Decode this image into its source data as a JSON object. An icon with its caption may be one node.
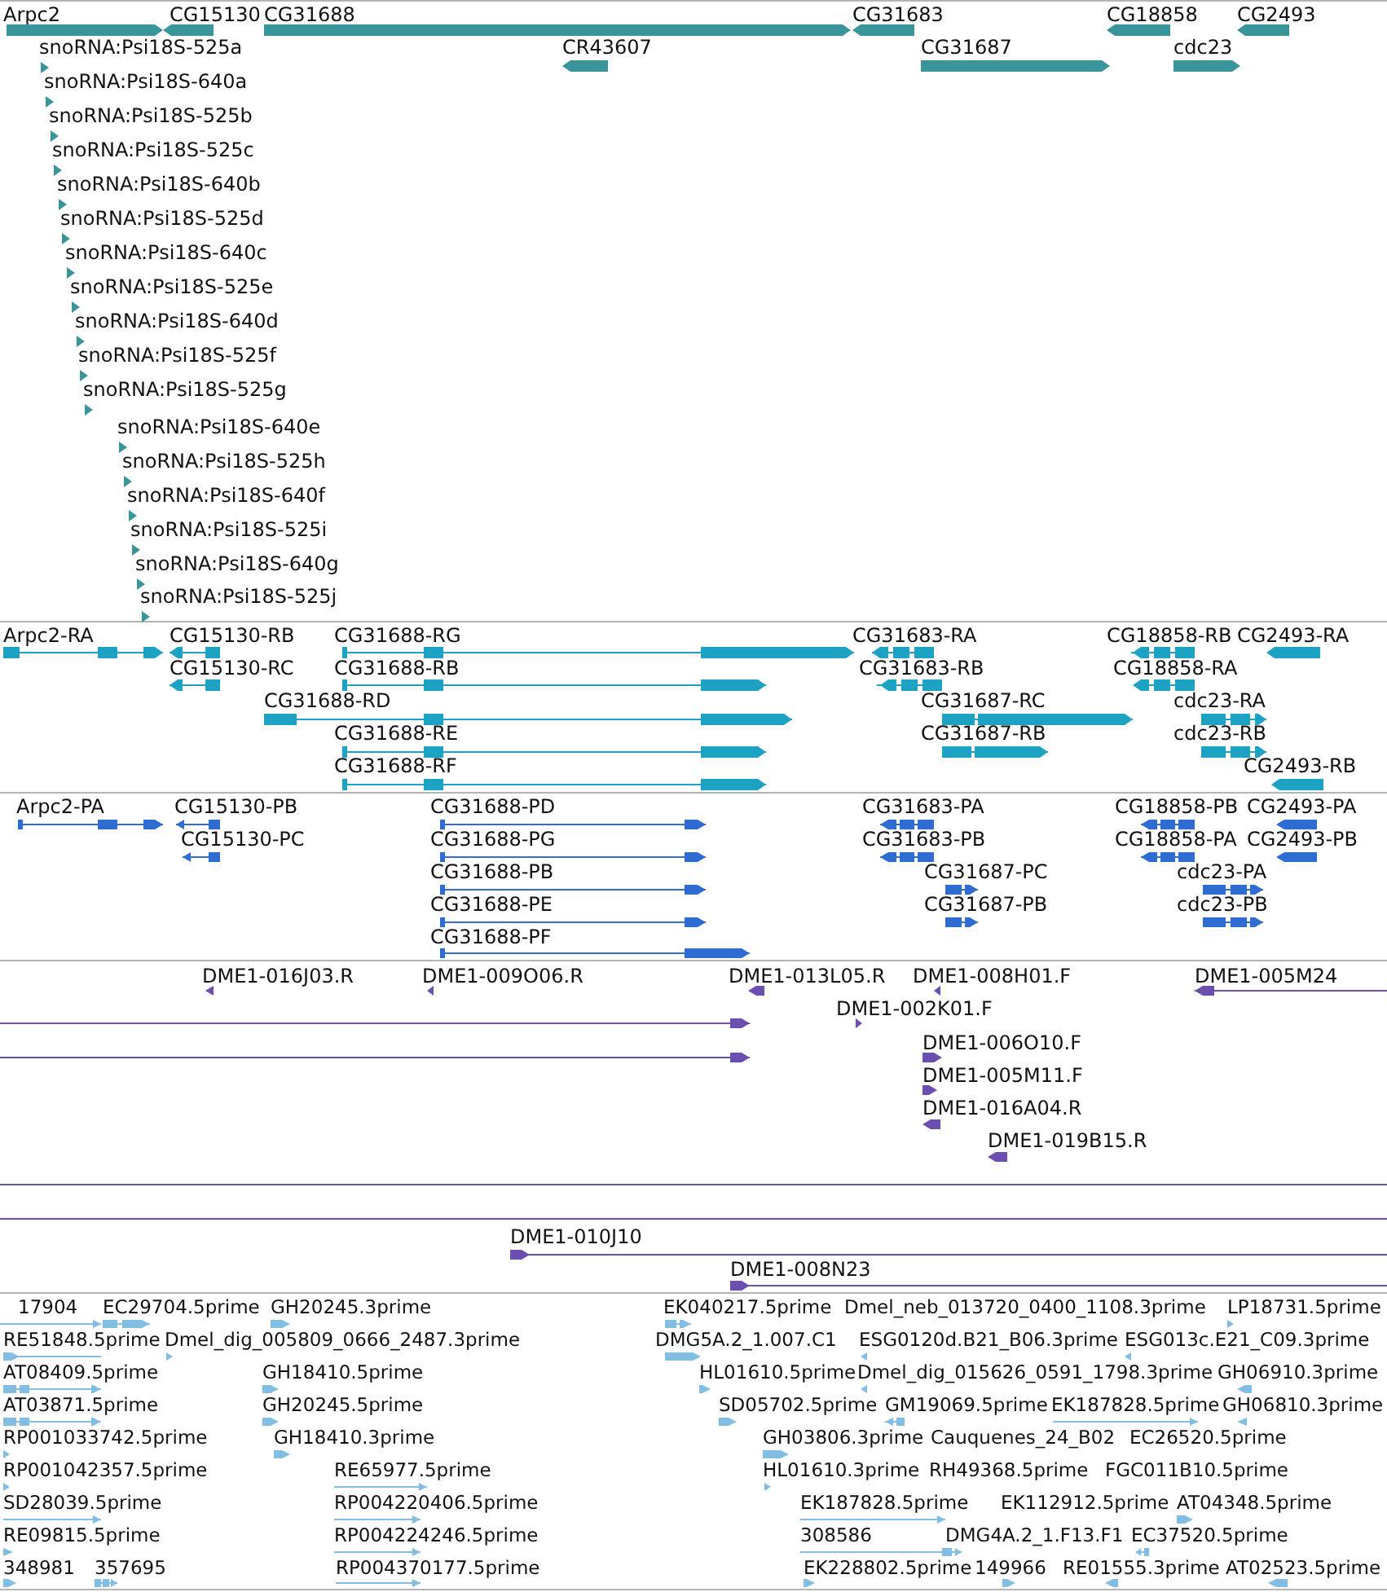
{
  "diagram": {
    "nodes": [
      {
        "text": [
          "Arpc2"
        ]
      },
      {
        "text": [
          "CG15130"
        ]
      },
      {
        "text": [
          "CG31688"
        ]
      },
      {
        "text": [
          "CG31683"
        ]
      },
      {
        "text": [
          "CG18858"
        ]
      },
      {
        "text": [
          "CG2493"
        ]
      },
      {
        "text": [
          "CR43607"
        ]
      },
      {
        "text": [
          "CG31687"
        ]
      },
      {
        "text": [
          "cdc23"
        ]
      },
      {
        "text": [
          "snoRNA:Psi18S-525a"
        ]
      },
      {
        "text": [
          "snoRNA:Psi18S-640a"
        ]
      },
      {
        "text": [
          "snoRNA:Psi18S-525b"
        ]
      },
      {
        "text": [
          "snoRNA:Psi18S-525c"
        ]
      },
      {
        "text": [
          "snoRNA:Psi18S-640b"
        ]
      },
      {
        "text": [
          "snoRNA:Psi18S-525d"
        ]
      },
      {
        "text": [
          "snoRNA:Psi18S-640c"
        ]
      },
      {
        "text": [
          "snoRNA:Psi18S-525e"
        ]
      },
      {
        "text": [
          "snoRNA:Psi18S-640d"
        ]
      },
      {
        "text": [
          "snoRNA:Psi18S-525f"
        ]
      },
      {
        "text": [
          "snoRNA:Psi18S-525g"
        ]
      },
      {
        "text": [
          "snoRNA:Psi18S-640e"
        ]
      },
      {
        "text": [
          "snoRNA:Psi18S-525h"
        ]
      },
      {
        "text": [
          "snoRNA:Psi18S-640f"
        ]
      },
      {
        "text": [
          "snoRNA:Psi18S-525i"
        ]
      },
      {
        "text": [
          "snoRNA:Psi18S-640g"
        ]
      },
      {
        "text": [
          "snoRNA:Psi18S-525j"
        ]
      },
      {
        "text": [
          "Arpc2-RA"
        ]
      },
      {
        "text": [
          "CG15130-RB"
        ]
      },
      {
        "text": [
          "CG31688-RG"
        ]
      },
      {
        "text": [
          "CG31683-RA"
        ]
      },
      {
        "text": [
          "CG18858-RB"
        ]
      },
      {
        "text": [
          "CG2493-RA"
        ]
      },
      {
        "text": [
          "CG15130-RC"
        ]
      },
      {
        "text": [
          "CG31688-RB"
        ]
      },
      {
        "text": [
          "CG31683-RB"
        ]
      },
      {
        "text": [
          "CG18858-RA"
        ]
      },
      {
        "text": [
          "CG31688-RD"
        ]
      },
      {
        "text": [
          "CG31687-RC"
        ]
      },
      {
        "text": [
          "cdc23-RA"
        ]
      },
      {
        "text": [
          "CG31688-RE"
        ]
      },
      {
        "text": [
          "CG31687-RB"
        ]
      },
      {
        "text": [
          "cdc23-RB"
        ]
      },
      {
        "text": [
          "CG31688-RF"
        ]
      },
      {
        "text": [
          "CG2493-RB"
        ]
      },
      {
        "text": [
          "Arpc2-PA"
        ]
      },
      {
        "text": [
          "CG15130-PB"
        ]
      },
      {
        "text": [
          "CG31688-PD"
        ]
      },
      {
        "text": [
          "CG31683-PA"
        ]
      },
      {
        "text": [
          "CG18858-PB"
        ]
      },
      {
        "text": [
          "CG2493-PA"
        ]
      },
      {
        "text": [
          "CG15130-PC"
        ]
      },
      {
        "text": [
          "CG31688-PG"
        ]
      },
      {
        "text": [
          "CG31683-PB"
        ]
      },
      {
        "text": [
          "CG18858-PA"
        ]
      },
      {
        "text": [
          "CG2493-PB"
        ]
      },
      {
        "text": [
          "CG31688-PB"
        ]
      },
      {
        "text": [
          "CG31687-PC"
        ]
      },
      {
        "text": [
          "cdc23-PA"
        ]
      },
      {
        "text": [
          "CG31688-PE"
        ]
      },
      {
        "text": [
          "CG31687-PB"
        ]
      },
      {
        "text": [
          "cdc23-PB"
        ]
      },
      {
        "text": [
          "CG31688-PF"
        ]
      },
      {
        "text": [
          "DME1-016J03.R"
        ]
      },
      {
        "text": [
          "DME1-009O06.R"
        ]
      },
      {
        "text": [
          "DME1-013L05.R"
        ]
      },
      {
        "text": [
          "DME1-008H01.F"
        ]
      },
      {
        "text": [
          "DME1-005M24"
        ]
      },
      {
        "text": [
          "DME1-002K01.F"
        ]
      },
      {
        "text": [],
        "shape": "bar"
      },
      {
        "text": [],
        "shape": "bar"
      },
      {
        "text": [
          "DME1-006O10.F"
        ]
      },
      {
        "text": [
          "DME1-005M11.F"
        ]
      },
      {
        "text": [
          "DME1-016A04.R"
        ]
      },
      {
        "text": [
          "DME1-019B15.R"
        ]
      },
      {
        "text": [],
        "shape": "bar"
      },
      {
        "text": [],
        "shape": "bar"
      },
      {
        "text": [
          "DME1-010J10"
        ]
      },
      {
        "text": [
          "DME1-008N23"
        ]
      },
      {
        "text": [
          "17904"
        ]
      },
      {
        "text": [
          "EC29704.5prime"
        ]
      },
      {
        "text": [
          "GH20245.3prime"
        ]
      },
      {
        "text": [
          "EK040217.5prime"
        ]
      },
      {
        "text": [
          "Dmel_neb_013720_0400_1108.3prime"
        ]
      },
      {
        "text": [
          "LP18731.5prime"
        ]
      },
      {
        "text": [
          "RE51848.5prime"
        ]
      },
      {
        "text": [
          "Dmel_dig_005809_0666_2487.3prime"
        ]
      },
      {
        "text": [
          "DMG5A.2_1.007.C1"
        ]
      },
      {
        "text": [
          "ESG0120d.B21_B06.3prime"
        ]
      },
      {
        "text": [
          "ESG013c.E21_C09.3prime"
        ]
      },
      {
        "text": [
          "AT08409.5prime"
        ]
      },
      {
        "text": [
          "GH18410.5prime"
        ]
      },
      {
        "text": [
          "HL01610.5prime"
        ]
      },
      {
        "text": [
          "Dmel_dig_015626_0591_1798.3prime"
        ]
      },
      {
        "text": [
          "GH06910.3prime"
        ]
      },
      {
        "text": [
          "AT03871.5prime"
        ]
      },
      {
        "text": [
          "GH20245.5prime"
        ]
      },
      {
        "text": [
          "SD05702.5prime"
        ]
      },
      {
        "text": [
          "GM19069.5prime"
        ]
      },
      {
        "text": [
          "EK187828.5prime"
        ]
      },
      {
        "text": [
          "GH06810.3prime"
        ]
      },
      {
        "text": [
          "RP001033742.5prime"
        ]
      },
      {
        "text": [
          "GH18410.3prime"
        ]
      },
      {
        "text": [
          "GH03806.3prime"
        ]
      },
      {
        "text": [
          "Cauquenes_24_B02"
        ]
      },
      {
        "text": [
          "EC26520.5prime"
        ]
      },
      {
        "text": [
          "RP001042357.5prime"
        ]
      },
      {
        "text": [
          "RE65977.5prime"
        ]
      },
      {
        "text": [
          "HL01610.3prime"
        ]
      },
      {
        "text": [
          "RH49368.5prime"
        ]
      },
      {
        "text": [
          "FGC011B10.5prime"
        ]
      },
      {
        "text": [
          "SD28039.5prime"
        ]
      },
      {
        "text": [
          "RP004220406.5prime"
        ]
      },
      {
        "text": [
          "EK187828.5prime"
        ]
      },
      {
        "text": [
          "EK112912.5prime"
        ]
      },
      {
        "text": [
          "AT04348.5prime"
        ]
      },
      {
        "text": [
          "RE09815.5prime"
        ]
      },
      {
        "text": [
          "RP004224246.5prime"
        ]
      },
      {
        "text": [
          "308586"
        ]
      },
      {
        "text": [
          "DMG4A.2_1.F13.F1"
        ]
      },
      {
        "text": [
          "EC37520.5prime"
        ]
      },
      {
        "text": [
          "348981"
        ]
      },
      {
        "text": [
          "357695"
        ]
      },
      {
        "text": [
          "RP004370177.5prime"
        ]
      },
      {
        "text": [
          "EK228802.5prime"
        ]
      },
      {
        "text": [
          "149966"
        ]
      },
      {
        "text": [
          "RE01555.3prime"
        ]
      },
      {
        "text": [
          "AT02523.5prime"
        ]
      }
    ]
  }
}
